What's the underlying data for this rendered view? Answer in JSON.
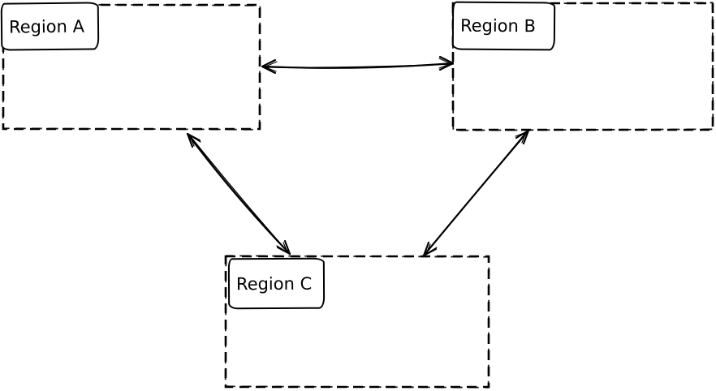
{
  "diagram": {
    "type": "region-connection-diagram",
    "style": "hand-drawn-sketch",
    "colors": {
      "stroke": "#000000",
      "background": "#ffffff"
    },
    "regions": [
      {
        "id": "region-a",
        "label": "Region A",
        "position": "top-left"
      },
      {
        "id": "region-b",
        "label": "Region B",
        "position": "top-right"
      },
      {
        "id": "region-c",
        "label": "Region C",
        "position": "bottom-center"
      }
    ],
    "connections": [
      {
        "from": "Region A",
        "to": "Region B",
        "direction": "bidirectional"
      },
      {
        "from": "Region A",
        "to": "Region C",
        "direction": "bidirectional"
      },
      {
        "from": "Region B",
        "to": "Region C",
        "direction": "bidirectional"
      }
    ]
  }
}
